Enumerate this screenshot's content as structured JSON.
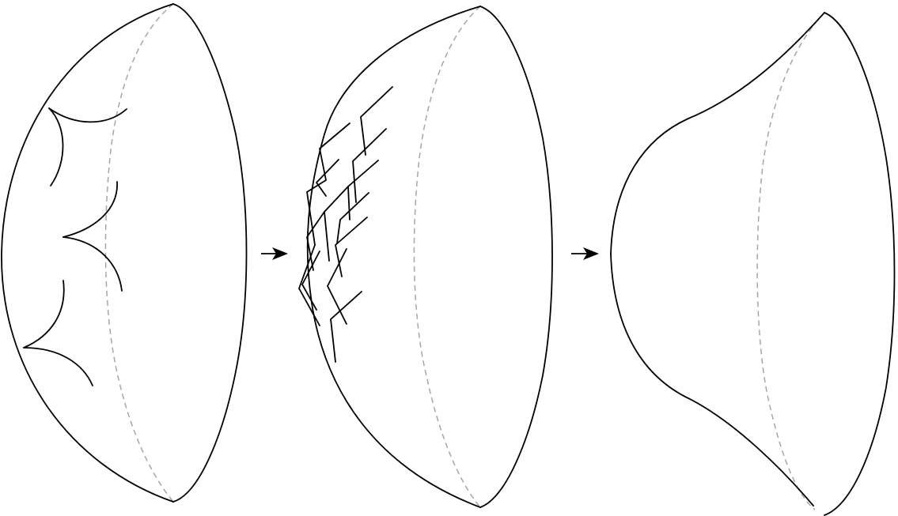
{
  "figure": {
    "description_free": true,
    "stages": [
      {
        "id": "stage-1",
        "surface": "dome-with-cusps"
      },
      {
        "id": "stage-2",
        "surface": "dome-with-folds"
      },
      {
        "id": "stage-3",
        "surface": "flared-trumpet"
      }
    ],
    "transitions": [
      {
        "from": "stage-1",
        "to": "stage-2",
        "icon": "arrow-right-icon"
      },
      {
        "from": "stage-2",
        "to": "stage-3",
        "icon": "arrow-right-icon"
      }
    ],
    "colors": {
      "outline": "#000000",
      "hidden_edge": "#a6a6a6",
      "background": "#ffffff"
    }
  }
}
